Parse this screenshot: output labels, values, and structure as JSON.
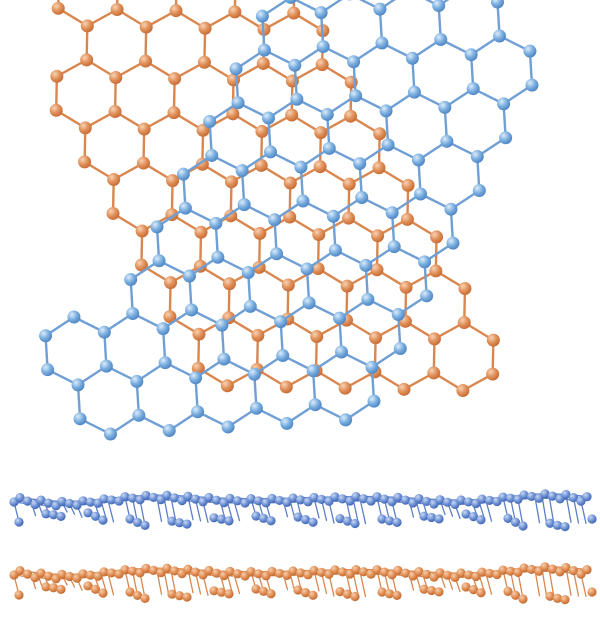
{
  "figure": {
    "description_visible_text": "",
    "views": [
      {
        "id": "top-view",
        "layers": [
          "orange",
          "blue"
        ]
      },
      {
        "id": "side-view",
        "layers": [
          "blue",
          "orange"
        ]
      }
    ]
  },
  "colors": {
    "orange_layer": "#e0905a",
    "orange_atom_highlight": "#f8d2b4",
    "orange_atom_shadow": "#c86c34",
    "blue_layer": "#7aaedf",
    "blue_atom_highlight": "#dcecfa",
    "blue_atom_shadow": "#4f86c4",
    "side_blue": "#5d7fc9",
    "side_orange": "#d9874f",
    "background": "#ffffff"
  },
  "icons": [
    "honeycomb-lattice",
    "atom-sphere",
    "chemical-bond"
  ]
}
